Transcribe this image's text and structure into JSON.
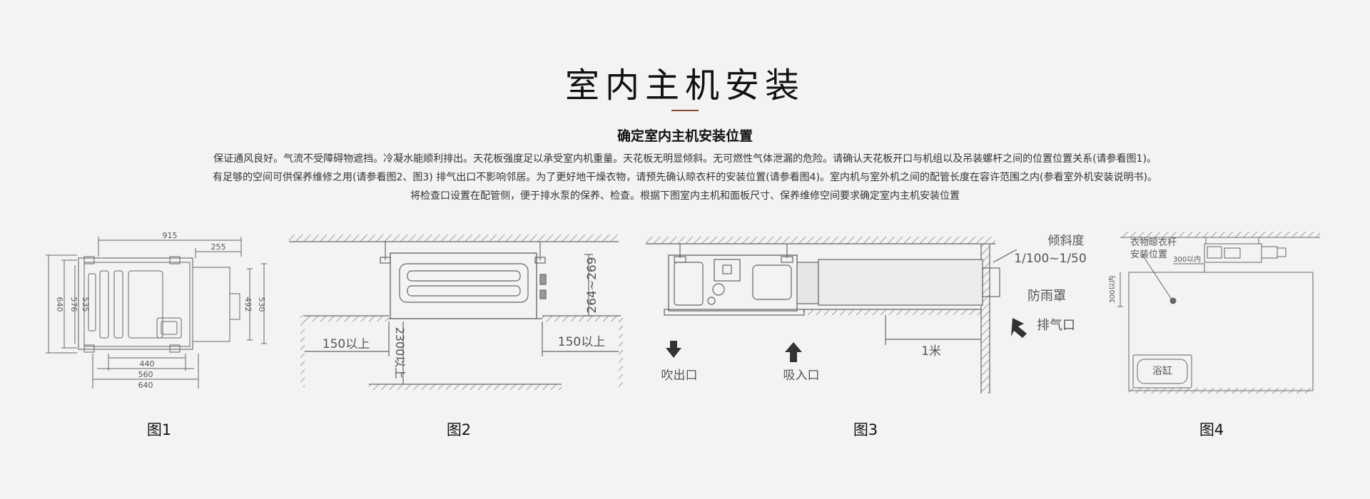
{
  "title": "室内主机安装",
  "subtitle": "确定室内主机安装位置",
  "paragraphs": [
    "保证通风良好。气流不受障碍物遮挡。冷凝水能顺利排出。天花板强度足以承受室内机重量。天花板无明显倾斜。无可燃性气体泄漏的危险。请确认天花板开口与机组以及吊装螺杆之间的位置位置关系(请参看图1)。",
    "有足够的空间可供保养维修之用(请参看图2、图3) 排气出口不影响邻居。为了更好地干燥衣物，请预先确认晾衣杆的安装位置(请参看图4)。室内机与室外机之间的配管长度在容许范围之内(参看室外机安装说明书)。",
    "将检查口设置在配管侧，便于排水泵的保养、检查。根据下图室内主机和面板尺寸、保养维修空间要求确定室内主机安装位置"
  ],
  "fig1": {
    "caption": "图1",
    "dims": {
      "d915": "915",
      "d255": "255",
      "d640l": "640",
      "d576": "576",
      "d535": "535",
      "d492": "492",
      "d530": "530",
      "d440": "440",
      "d560": "560",
      "d640b": "640"
    }
  },
  "fig2": {
    "caption": "图2",
    "height_label": "264~269",
    "left_clear": "150以上",
    "right_clear": "150以上",
    "floor_clear": "2300以上"
  },
  "fig3": {
    "caption": "图3",
    "slope_title": "倾斜度",
    "slope_value": "1/100~1/50",
    "rain_cover": "防雨罩",
    "exhaust": "排气口",
    "distance": "1米",
    "outlet": "吹出口",
    "inlet": "吸入口"
  },
  "fig4": {
    "caption": "图4",
    "rack_label_1": "衣物晾衣杆",
    "rack_label_2": "安装位置",
    "within_300": "300以内",
    "within_300_v": "300以内",
    "bathtub": "浴缸"
  }
}
